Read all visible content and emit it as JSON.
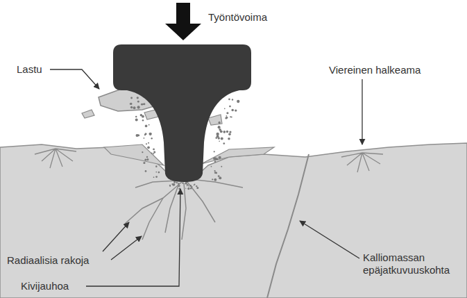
{
  "diagram": {
    "labels": [
      "Työntövoima",
      "Lastu",
      "Viereinen halkeama",
      "Radiaalisia rakoja",
      "Kivijauhoa",
      "Kalliomassan epäjatkuvuuskohta"
    ]
  }
}
